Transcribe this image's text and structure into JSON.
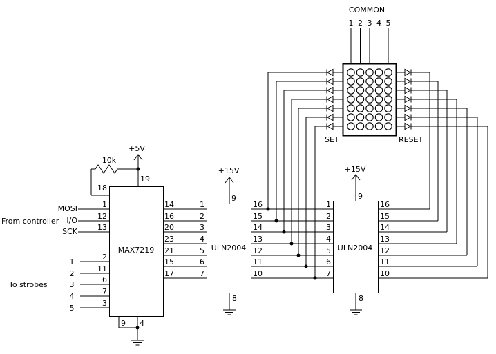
{
  "colors": {
    "line": "#000000",
    "background": "#ffffff"
  },
  "display": {
    "common_label": "COMMON",
    "common_pins": [
      "1",
      "2",
      "3",
      "4",
      "5"
    ],
    "set_label": "SET",
    "reset_label": "RESET",
    "rows": 7,
    "columns": 5
  },
  "power": {
    "v5": "+5V",
    "v15_left": "+15V",
    "v15_right": "+15V"
  },
  "resistor_value": "10k",
  "controller": {
    "label": "From controller",
    "signals": [
      "MOSI",
      "I/O",
      "SCK"
    ],
    "pins": [
      "1",
      "12",
      "13"
    ]
  },
  "strobes": {
    "label": "To strobes",
    "lines": [
      "1",
      "2",
      "3",
      "4",
      "5"
    ],
    "pins": [
      "2",
      "11",
      "6",
      "7",
      "3"
    ]
  },
  "max7219": {
    "name": "MAX7219",
    "pin18": "18",
    "pin19": "19",
    "output_pins": [
      "14",
      "16",
      "20",
      "23",
      "21",
      "15",
      "17"
    ],
    "bottom_pins": [
      "9",
      "4"
    ]
  },
  "uln1": {
    "name": "ULN2004",
    "power_pin": "9",
    "ground_pin": "8",
    "input_pins": [
      "1",
      "2",
      "3",
      "4",
      "5",
      "6",
      "7"
    ],
    "output_pins": [
      "16",
      "15",
      "14",
      "13",
      "12",
      "11",
      "10"
    ]
  },
  "uln2": {
    "name": "ULN2004",
    "power_pin": "9",
    "ground_pin": "8",
    "input_pins": [
      "1",
      "2",
      "3",
      "4",
      "5",
      "6",
      "7"
    ],
    "output_pins": [
      "16",
      "15",
      "14",
      "13",
      "12",
      "11",
      "10"
    ]
  }
}
